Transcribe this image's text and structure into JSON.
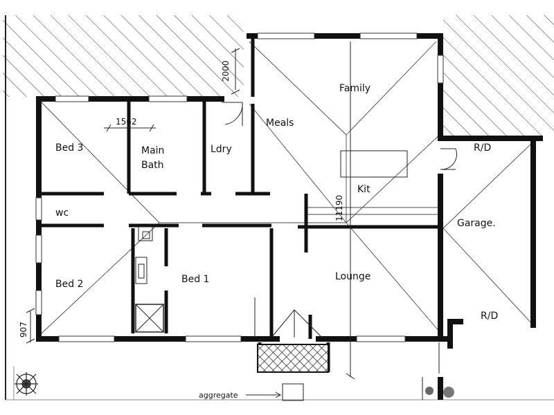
{
  "rooms": {
    "family": "Family",
    "meals": "Meals",
    "kit": "Kit",
    "bed3": "Bed 3",
    "main_bath": [
      "Main",
      "Bath"
    ],
    "ldry": "Ldry",
    "wc": "wc",
    "bed2": "Bed 2",
    "bed1": "Bed 1",
    "lounge": "Lounge",
    "garage": "Garage.",
    "rd_top": "R/D",
    "rd_bottom": "R/D"
  },
  "dimensions": {
    "d2000": "2000",
    "d1562": "1562",
    "d11190": "11190",
    "d907": "907"
  },
  "notes": {
    "aggregate": "aggregate"
  }
}
